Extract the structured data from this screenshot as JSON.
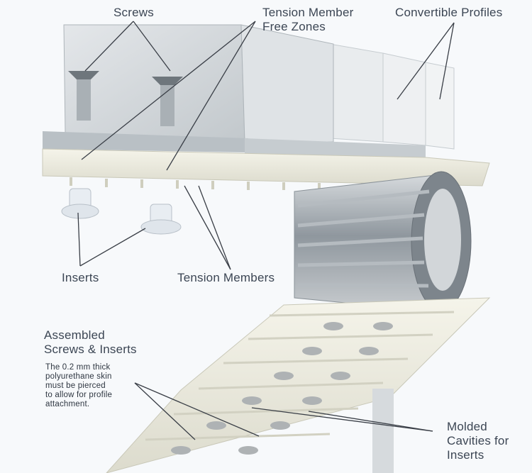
{
  "labels": {
    "screws": "Screws",
    "tension_free": [
      "Tension Member",
      "Free Zones"
    ],
    "convertible": "Convertible Profiles",
    "inserts": "Inserts",
    "tension_members": "Tension Members",
    "assembled": [
      "Assembled",
      "Screws & Inserts"
    ],
    "note": [
      "The 0.2 mm thick",
      "polyurethane skin",
      "must be pierced",
      "to allow for profile",
      "attachment."
    ],
    "molded": [
      "Molded",
      "Cavities for",
      "Inserts"
    ]
  },
  "colors": {
    "belt": "#efeee2",
    "profile": "#cfd3d6",
    "metal": "#9aa3aa",
    "leader": "#3a3f47",
    "text": "#3c4654"
  }
}
